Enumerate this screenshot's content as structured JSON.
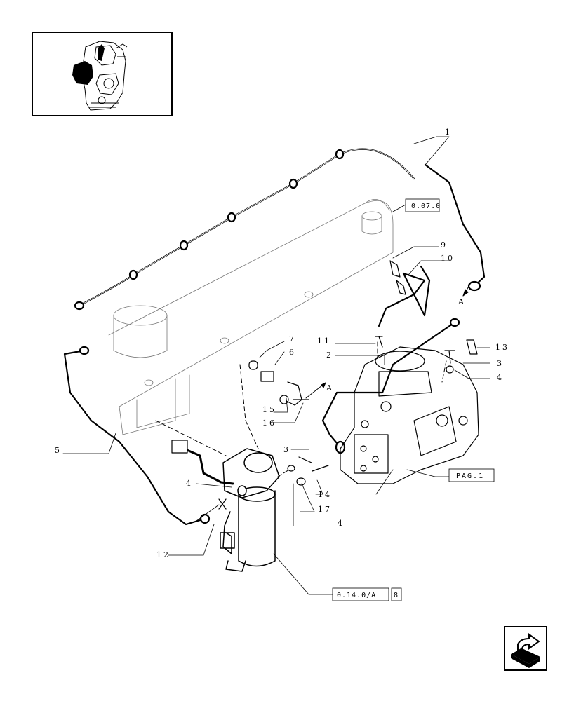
{
  "callouts": {
    "c1": "1",
    "c2": "2",
    "c3a": "3",
    "c3b": "3",
    "c4a": "4",
    "c4b": "4",
    "c4c": "4",
    "c5": "5",
    "c6": "6",
    "c7": "7",
    "c9": "9",
    "c10": "10",
    "c11": "11",
    "c12": "12",
    "c13": "13",
    "c14": "14",
    "c15": "15",
    "c16": "16",
    "c17": "17",
    "arrowA1": "A",
    "arrowA2": "A"
  },
  "refs": {
    "ref_007": "0.07.0",
    "ref_pag1": "PAG.1",
    "ref_0140a": "0.14.0/A",
    "ref_8": "8"
  },
  "icons": {
    "thumbnail": "engine-location-thumbnail",
    "nav": "next-page-arrow-icon"
  }
}
